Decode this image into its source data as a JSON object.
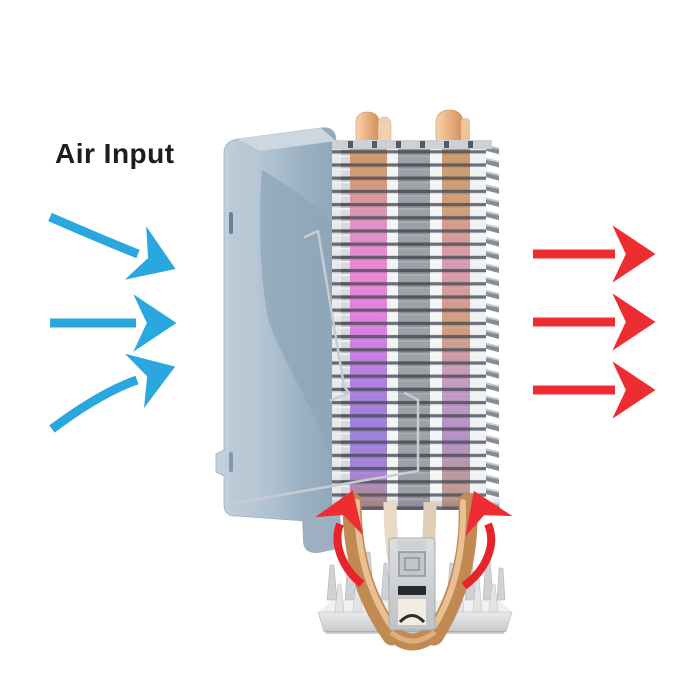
{
  "labels": {
    "air_input": "Air Input"
  },
  "colors": {
    "background": "#ffffff",
    "text": "#1d1d1f",
    "input_arrow_blue": "#2aa7df",
    "output_arrow_red": "#ee2d33",
    "heat_arrow_red": "#e8232b",
    "fan_body": "#aec1d0",
    "fin_silver": "#d7dade",
    "fin_gap": "#6d727a",
    "copper": "#c08a52",
    "copper_highlight": "#e9c094",
    "heatpipe_tip": "#ebb383",
    "rgb_pink": "#ed6fd4",
    "rgb_purple": "#8f6ad8",
    "base_silver": "#d5d7d9",
    "wire_clip": "#c6ccd2"
  },
  "arrows": {
    "air_input": {
      "count": 3,
      "direction": "right",
      "color": "#2aa7df"
    },
    "air_output": {
      "count": 3,
      "direction": "right",
      "color": "#ee2d33"
    },
    "heat_rise": {
      "count": 2,
      "direction": "up",
      "color": "#e8232b"
    }
  }
}
